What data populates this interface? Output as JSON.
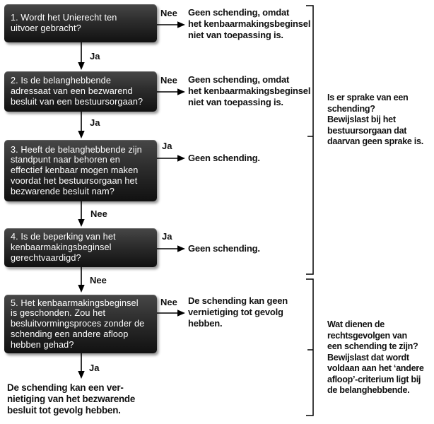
{
  "diagram": {
    "language": "nl",
    "steps": [
      {
        "text": "1. Wordt het Unierecht ten\nuitvoer gebracht?",
        "branch_label": "Nee",
        "branch_outcome": "Geen schending, omdat\nhet kenbaarmakingsbeginsel\nniet van toepassing is.",
        "next_label": "Ja"
      },
      {
        "text": "2. Is de belanghebbende\nadressaat van een bezwarend\nbesluit van een bestuursorgaan?",
        "branch_label": "Nee",
        "branch_outcome": "Geen schending, omdat\nhet kenbaarmakingsbeginsel\nniet van toepassing is.",
        "next_label": "Ja"
      },
      {
        "text": "3. Heeft de belanghebbende zijn\nstandpunt naar behoren en\neffectief kenbaar mogen maken\nvoordat het bestuursorgaan het\nbezwarende besluit nam?",
        "branch_label": "Ja",
        "branch_outcome": "Geen schending.",
        "next_label": "Nee"
      },
      {
        "text": "4. Is de beperking van het\nkenbaarmakingsbeginsel\ngerechtvaardigd?",
        "branch_label": "Ja",
        "branch_outcome": "Geen schending.",
        "next_label": "Nee"
      },
      {
        "text": "5. Het kenbaarmakingsbeginsel\nis geschonden. Zou het\nbesluitvormingsproces zonder de\nschending een andere afloop\nhebben gehad?",
        "branch_label": "Nee",
        "branch_outcome": "De schending kan geen\nvernietiging tot gevolg\nhebben.",
        "next_label": "Ja"
      }
    ],
    "final_outcome": "De schending kan een ver-\nnietiging van het bezwarende\nbesluit tot gevolg hebben.",
    "annotations": [
      {
        "text": "Is er sprake van een\nschending?\nBewijslast bij het\nbestuursorgaan dat\ndaarvan geen sprake is."
      },
      {
        "text": "Wat dienen de\nrechtsgevolgen van\neen schending te zijn?\nBewijslast dat wordt\nvoldaan aan het ‘andere\nafloop’-criterium ligt bij\nde belanghebbende."
      }
    ],
    "colors": {
      "box_gradient_top": "#474747",
      "box_gradient_bottom": "#111111",
      "box_text": "#ffffff",
      "line": "#000000",
      "background": "#ffffff"
    }
  }
}
